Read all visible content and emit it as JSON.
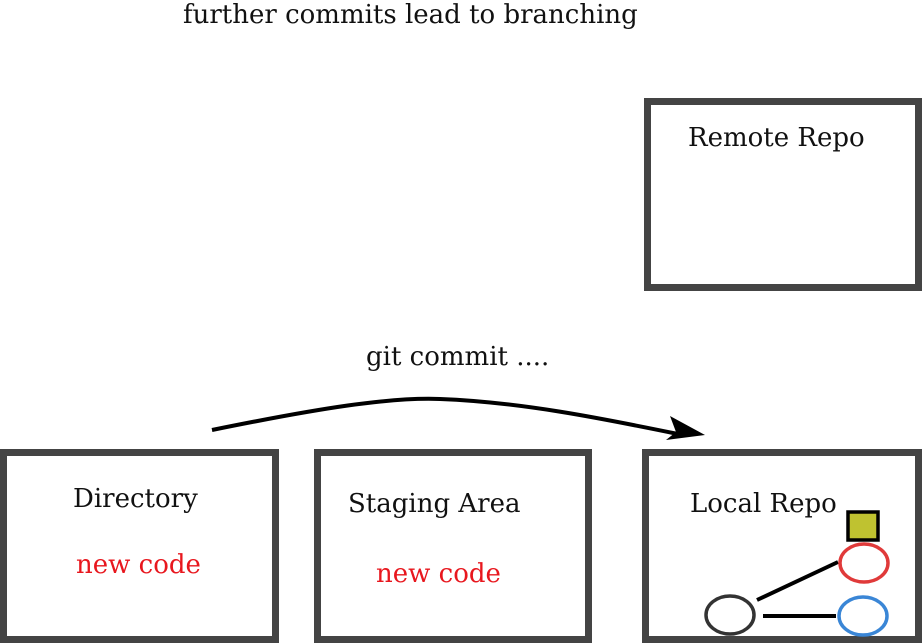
{
  "diagram": {
    "top_caption": "further commits lead to branching",
    "arrow_caption": "git commit ....",
    "boxes": {
      "remote": {
        "title": "Remote Repo"
      },
      "directory": {
        "title": "Directory",
        "note": "new code"
      },
      "staging": {
        "title": "Staging Area",
        "note": "new code"
      },
      "local": {
        "title": "Local Repo"
      }
    }
  },
  "colors": {
    "box_border": "#444444",
    "text": "#111111",
    "note_text": "#e8171e",
    "arrow": "#000000",
    "head_marker_fill": "#bfc230",
    "commit_base_stroke": "#333333",
    "commit_branch_a_stroke": "#e03a3a",
    "commit_branch_b_stroke": "#3a86d6"
  }
}
